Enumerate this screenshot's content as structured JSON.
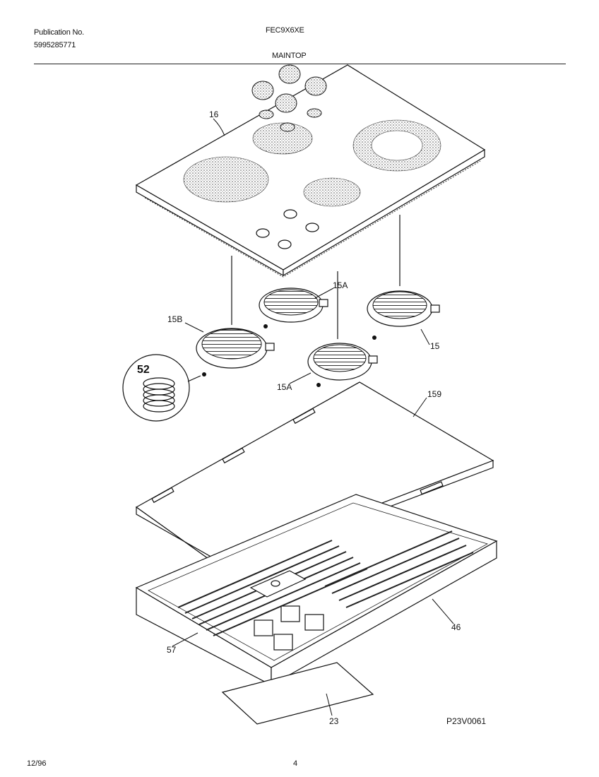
{
  "header": {
    "publication_label": "Publication No.",
    "publication_number": "5995285771",
    "model": "FEC9X6XE",
    "section_title": "MAINTOP"
  },
  "footer": {
    "date": "12/96",
    "page": "4"
  },
  "drawing_id": "P23V0061",
  "callouts": {
    "c16": "16",
    "c15A_top": "15A",
    "c15B": "15B",
    "c15": "15",
    "c15A_bottom": "15A",
    "c52": "52",
    "c159": "159",
    "c46": "46",
    "c57": "57",
    "c23": "23"
  }
}
